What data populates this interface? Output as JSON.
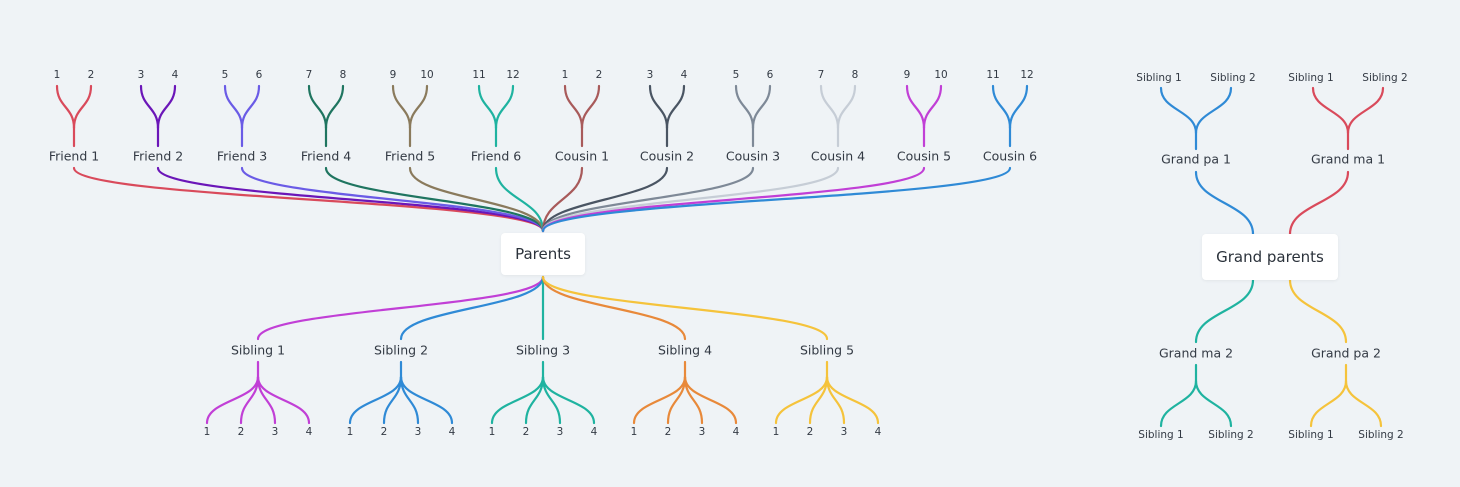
{
  "parents_map": {
    "root": "Parents",
    "top_branches": [
      {
        "label": "Friend 1",
        "color": "#d94a5b",
        "leaves": [
          "1",
          "2"
        ]
      },
      {
        "label": "Friend 2",
        "color": "#6b16b8",
        "leaves": [
          "3",
          "4"
        ]
      },
      {
        "label": "Friend 3",
        "color": "#6a5be6",
        "leaves": [
          "5",
          "6"
        ]
      },
      {
        "label": "Friend 4",
        "color": "#1f7560",
        "leaves": [
          "7",
          "8"
        ]
      },
      {
        "label": "Friend 5",
        "color": "#8a7a5c",
        "leaves": [
          "9",
          "10"
        ]
      },
      {
        "label": "Friend 6",
        "color": "#1fb3a0",
        "leaves": [
          "11",
          "12"
        ]
      },
      {
        "label": "Cousin 1",
        "color": "#a85a5a",
        "leaves": [
          "1",
          "2"
        ]
      },
      {
        "label": "Cousin 2",
        "color": "#4a5563",
        "leaves": [
          "3",
          "4"
        ]
      },
      {
        "label": "Cousin 3",
        "color": "#7e8997",
        "leaves": [
          "5",
          "6"
        ]
      },
      {
        "label": "Cousin 4",
        "color": "#c6cdd6",
        "leaves": [
          "7",
          "8"
        ]
      },
      {
        "label": "Cousin 5",
        "color": "#c13fd6",
        "leaves": [
          "9",
          "10"
        ]
      },
      {
        "label": "Cousin 6",
        "color": "#2f8ad6",
        "leaves": [
          "11",
          "12"
        ]
      }
    ],
    "bottom_branches": [
      {
        "label": "Sibling 1",
        "color": "#c13fd6",
        "leaves": [
          "1",
          "2",
          "3",
          "4"
        ]
      },
      {
        "label": "Sibling 2",
        "color": "#2f8ad6",
        "leaves": [
          "1",
          "2",
          "3",
          "4"
        ]
      },
      {
        "label": "Sibling 3",
        "color": "#1fb3a0",
        "leaves": [
          "1",
          "2",
          "3",
          "4"
        ]
      },
      {
        "label": "Sibling 4",
        "color": "#e8893a",
        "leaves": [
          "1",
          "2",
          "3",
          "4"
        ]
      },
      {
        "label": "Sibling 5",
        "color": "#f5c33b",
        "leaves": [
          "1",
          "2",
          "3",
          "4"
        ]
      }
    ]
  },
  "grandparents_map": {
    "root": "Grand parents",
    "top_branches": [
      {
        "label": "Grand pa 1",
        "color": "#2f8ad6",
        "leaves": [
          "Sibling 1",
          "Sibling 2"
        ]
      },
      {
        "label": "Grand ma 1",
        "color": "#d94a5b",
        "leaves": [
          "Sibling 1",
          "Sibling 2"
        ]
      }
    ],
    "bottom_branches": [
      {
        "label": "Grand ma 2",
        "color": "#1fb3a0",
        "leaves": [
          "Sibling 1",
          "Sibling 2"
        ]
      },
      {
        "label": "Grand pa 2",
        "color": "#f5c33b",
        "leaves": [
          "Sibling 1",
          "Sibling 2"
        ]
      }
    ]
  }
}
